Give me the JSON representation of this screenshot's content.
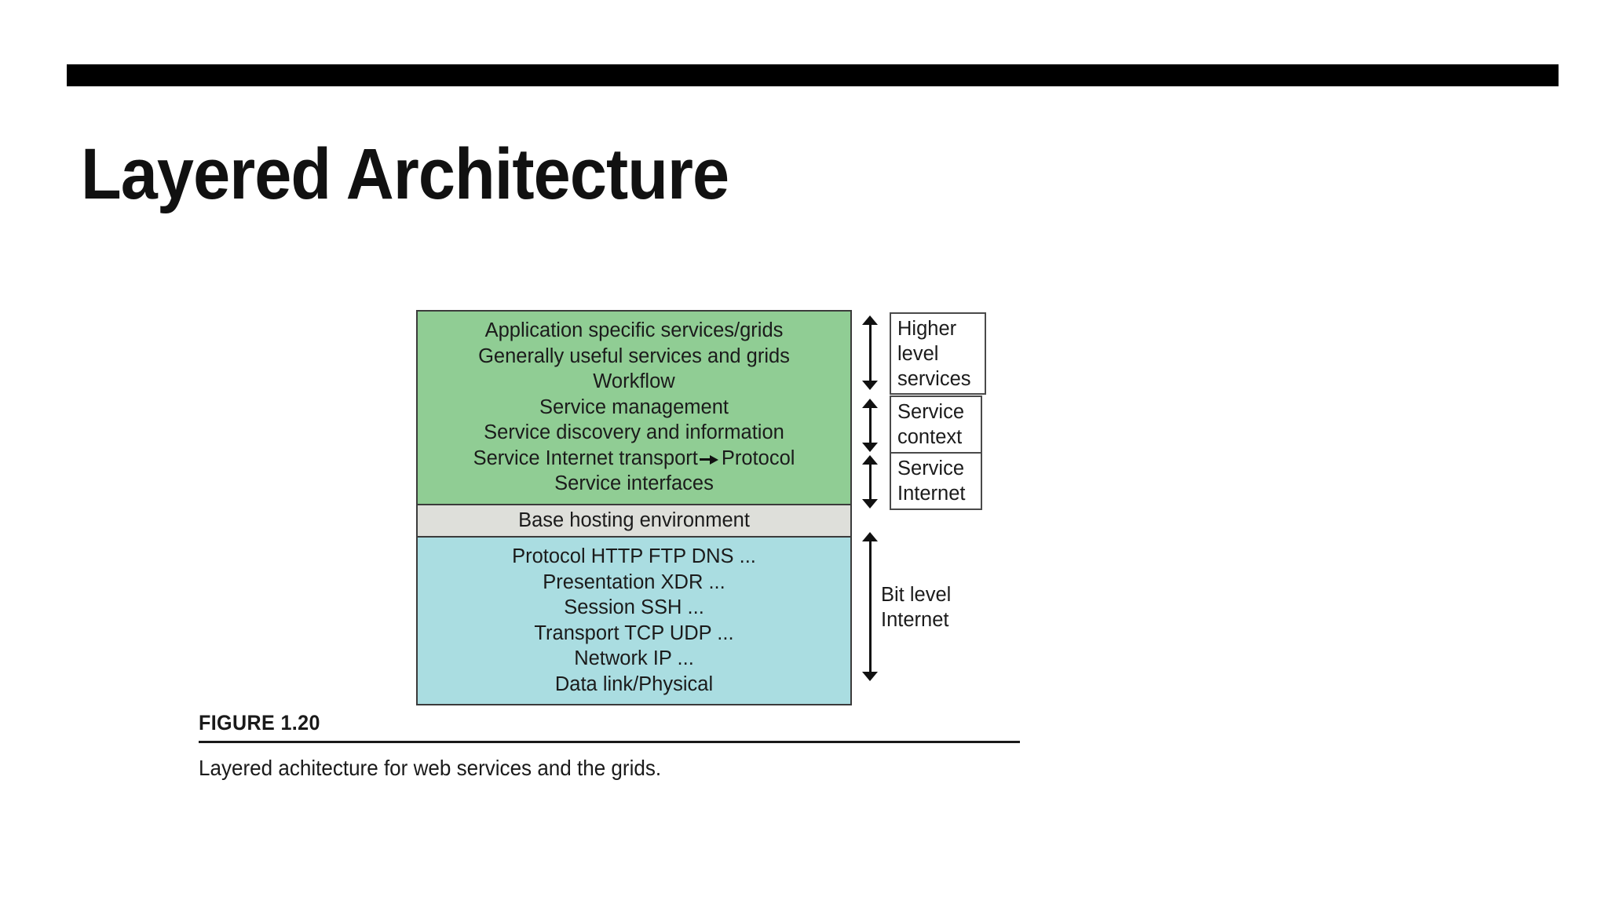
{
  "slide": {
    "title": "Layered Architecture"
  },
  "figure": {
    "green_layer": {
      "rows": [
        "Application specific services/grids",
        "Generally useful services and grids",
        "Workflow",
        "Service management",
        "Service discovery and information",
        "Service interfaces"
      ],
      "arrow_row": {
        "left": "Service Internet transport",
        "arrow": "right-arrow-icon",
        "right": "Protocol"
      }
    },
    "middle_layer": {
      "label": "Base hosting environment"
    },
    "blue_layer": {
      "rows": [
        "Protocol HTTP FTP DNS ...",
        "Presentation XDR ...",
        "Session SSH ...",
        "Transport TCP UDP ...",
        "Network IP ...",
        "Data link/Physical"
      ]
    },
    "annotations": [
      {
        "label": "Higher\nlevel\nservices"
      },
      {
        "label": "Service\ncontext"
      },
      {
        "label": "Service\nInternet"
      },
      {
        "label": "Bit level\nInternet"
      }
    ],
    "caption": {
      "number": "FIGURE 1.20",
      "text": "Layered achitecture for web services and the grids."
    }
  },
  "colors": {
    "green_layer": "#90cd94",
    "middle_layer": "#dedfda",
    "blue_layer": "#aadde1",
    "rule": "#000000",
    "box_border": "#3b3b3b",
    "text": "#1b1b1b"
  }
}
